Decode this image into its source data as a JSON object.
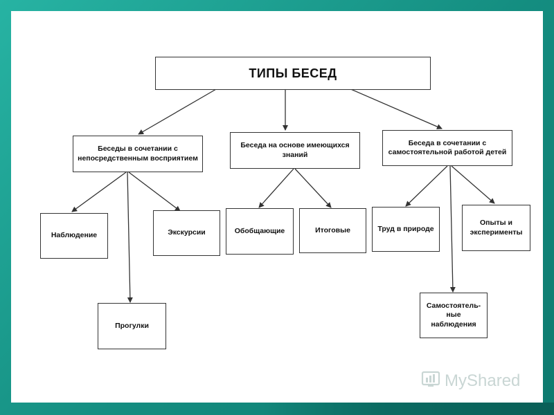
{
  "diagram": {
    "title": "ТИПЫ БЕСЕД",
    "categories": [
      "Беседы в сочетании с непосредственным восприятием",
      "Беседа на основе имеющихся знаний",
      "Беседа в сочетании с самостоятельной работой детей"
    ],
    "leaves": {
      "observation": "Наблюдение",
      "excursions": "Экскурсии",
      "walks": "Прогулки",
      "generalizing": "Обобщающие",
      "final": "Итоговые",
      "nature_work": "Труд в природе",
      "experiments": "Опыты и эксперименты",
      "independent_observation": "Самостоятель-ные наблюдения"
    }
  },
  "watermark": {
    "text": "MyShared",
    "icon": "chart-logo-icon"
  }
}
